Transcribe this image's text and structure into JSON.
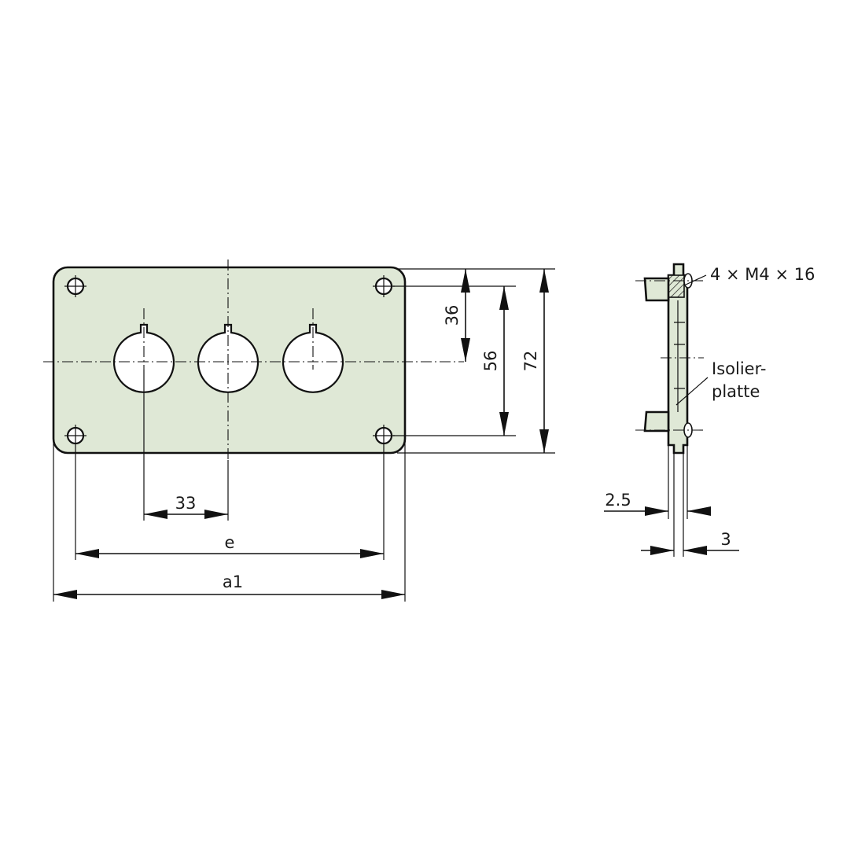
{
  "labels": {
    "dim_33": "33",
    "dim_e": "e",
    "dim_a1": "a1",
    "dim_36": "36",
    "dim_56": "56",
    "dim_72": "72",
    "screw_spec": "4 × M4 × 16",
    "insulating_plate_line1": "Isolier-",
    "insulating_plate_line2": "platte",
    "dim_2_5": "2.5",
    "dim_3": "3"
  },
  "colors": {
    "plate_fill": "#dfe8d6",
    "line": "#111111"
  }
}
